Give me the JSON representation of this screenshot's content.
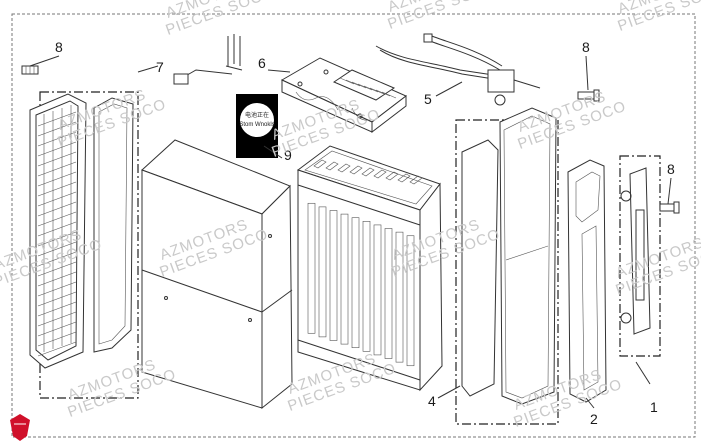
{
  "callouts": [
    {
      "id": "1",
      "text": "1"
    },
    {
      "id": "2",
      "text": "2"
    },
    {
      "id": "4",
      "text": "4"
    },
    {
      "id": "5",
      "text": "5"
    },
    {
      "id": "6",
      "text": "6"
    },
    {
      "id": "7",
      "text": "7"
    },
    {
      "id": "8a",
      "text": "8"
    },
    {
      "id": "8b",
      "text": "8"
    },
    {
      "id": "8c",
      "text": "8"
    },
    {
      "id": "9",
      "text": "9"
    }
  ],
  "watermark": {
    "line1": "AZMOTORS",
    "line2": "PIECES SOCO"
  },
  "sticker": {
    "line1": "电池正在",
    "line2": "Stom Wnokls"
  },
  "colors": {
    "line": "#333333",
    "watermark": "#c9c9c9",
    "logo": "#d0102a"
  }
}
